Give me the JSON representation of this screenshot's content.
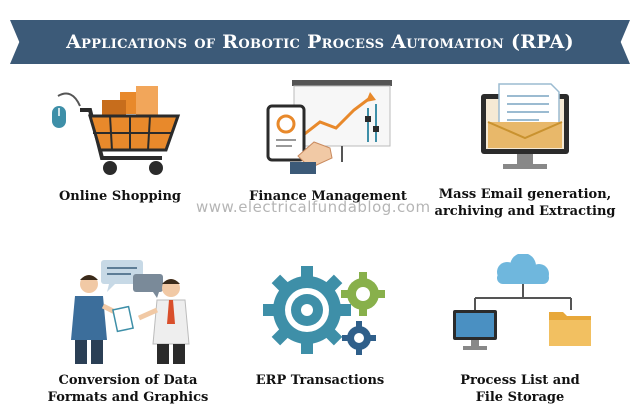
{
  "banner": {
    "title": "Applications of Robotic Process Automation (RPA)"
  },
  "watermark": "www.electricalfundablog.com",
  "items": [
    {
      "label_lines": [
        "Online Shopping"
      ],
      "icon": "shopping-cart-icon"
    },
    {
      "label_lines": [
        "Finance Management"
      ],
      "icon": "finance-chart-icon"
    },
    {
      "label_lines": [
        "Mass Email generation,",
        "archiving and Extracting"
      ],
      "icon": "email-monitor-icon"
    },
    {
      "label_lines": [
        "Conversion of Data",
        "Formats and Graphics"
      ],
      "icon": "people-conversation-icon"
    },
    {
      "label_lines": [
        "ERP Transactions"
      ],
      "icon": "gears-icon"
    },
    {
      "label_lines": [
        "Process List and",
        "File Storage"
      ],
      "icon": "cloud-storage-icon"
    }
  ],
  "colors": {
    "banner": "#3c5a78",
    "accent_orange": "#e8892b",
    "accent_teal": "#3e8fa8"
  }
}
